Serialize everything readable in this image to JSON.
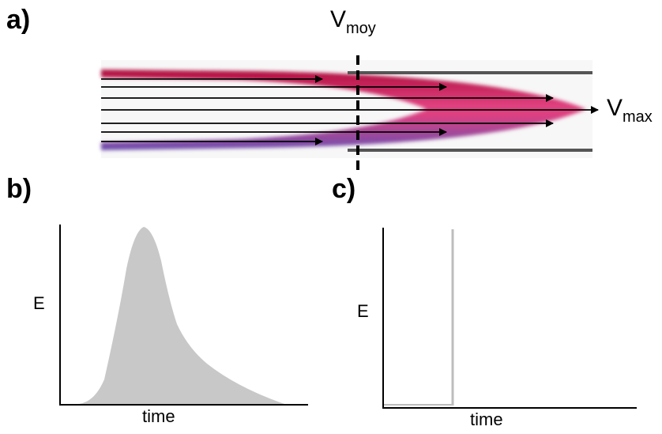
{
  "panels": {
    "a": {
      "label": "a)"
    },
    "b": {
      "label": "b)"
    },
    "c": {
      "label": "c)"
    }
  },
  "flow_diagram": {
    "v_moy_main": "V",
    "v_moy_sub": "moy",
    "v_max_main": "V",
    "v_max_sub": "max",
    "profile_colors": [
      "#c2185b",
      "#e0407f",
      "#7e57c2"
    ]
  },
  "plot_b": {
    "ylabel": "E",
    "xlabel": "time",
    "fill_color": "#c8c8c8"
  },
  "plot_c": {
    "ylabel": "E",
    "xlabel": "time",
    "line_color": "#bdbdbd"
  }
}
